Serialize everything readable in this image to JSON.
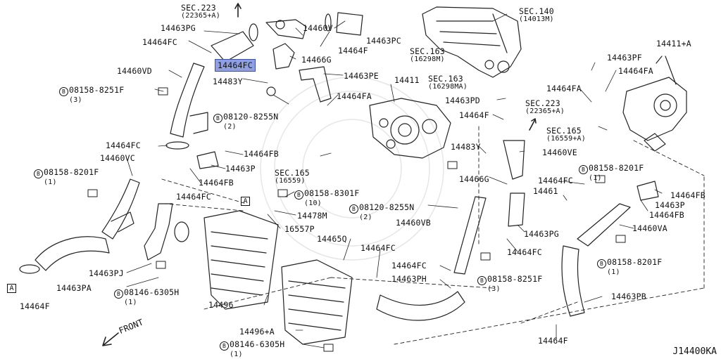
{
  "diagram": {
    "code": "J14400KA",
    "front_label": "FRONT",
    "ref_box": "A",
    "highlight_label": "14464FC",
    "labels": [
      {
        "id": "l01",
        "text": "SEC.223",
        "sub": "(22365+A)"
      },
      {
        "id": "l02",
        "text": "14463PG"
      },
      {
        "id": "l03",
        "text": "14464FC"
      },
      {
        "id": "l04",
        "text": "14460VD"
      },
      {
        "id": "l05",
        "text": "08158-8251F",
        "sub": "(3)",
        "bolt": true
      },
      {
        "id": "l06",
        "text": "14483Y"
      },
      {
        "id": "l07",
        "text": "14460V"
      },
      {
        "id": "l08",
        "text": "14464F"
      },
      {
        "id": "l09",
        "text": "14466G"
      },
      {
        "id": "l10",
        "text": "14463PC"
      },
      {
        "id": "l11",
        "text": "SEC.163",
        "sub": "(16298M)"
      },
      {
        "id": "l12",
        "text": "SEC.140",
        "sub": "(14013M)"
      },
      {
        "id": "l13",
        "text": "14463PE"
      },
      {
        "id": "l14",
        "text": "14411"
      },
      {
        "id": "l15",
        "text": "14464FA"
      },
      {
        "id": "l16",
        "text": "08120-8255N",
        "sub": "(2)",
        "bolt": true
      },
      {
        "id": "l17",
        "text": "SEC.163",
        "sub": "(16298MA)"
      },
      {
        "id": "l18",
        "text": "14463PD"
      },
      {
        "id": "l19",
        "text": "SEC.223",
        "sub": "(22365+A)"
      },
      {
        "id": "l20",
        "text": "14464F"
      },
      {
        "id": "l21",
        "text": "14411+A"
      },
      {
        "id": "l22",
        "text": "14463PF"
      },
      {
        "id": "l23",
        "text": "14464FA"
      },
      {
        "id": "l24",
        "text": "14464FA"
      },
      {
        "id": "l25",
        "text": "SEC.165",
        "sub": "(16559+A)"
      },
      {
        "id": "l26",
        "text": "14464FC"
      },
      {
        "id": "l27",
        "text": "14460VC"
      },
      {
        "id": "l28",
        "text": "14464FB"
      },
      {
        "id": "l29",
        "text": "14463P"
      },
      {
        "id": "l30",
        "text": "14464FB"
      },
      {
        "id": "l31",
        "text": "08158-8201F",
        "sub": "(1)",
        "bolt": true
      },
      {
        "id": "l32",
        "text": "SEC.165",
        "sub": "(16559)"
      },
      {
        "id": "l33",
        "text": "14483Y"
      },
      {
        "id": "l34",
        "text": "14460VE"
      },
      {
        "id": "l35",
        "text": "14466G"
      },
      {
        "id": "l36",
        "text": "08158-8201F",
        "sub": "(1)",
        "bolt": true
      },
      {
        "id": "l37",
        "text": "14464FC"
      },
      {
        "id": "l38",
        "text": "14461"
      },
      {
        "id": "l39",
        "text": "14464FB"
      },
      {
        "id": "l40",
        "text": "14463P"
      },
      {
        "id": "l41",
        "text": "14464FB"
      },
      {
        "id": "l42",
        "text": "08158-8301F",
        "sub": "(10)",
        "bolt": true
      },
      {
        "id": "l43",
        "text": "14464FC"
      },
      {
        "id": "l44",
        "text": "14478M"
      },
      {
        "id": "l45",
        "text": "08120-8255N",
        "sub": "(2)",
        "bolt": true
      },
      {
        "id": "l46",
        "text": "14460VB"
      },
      {
        "id": "l47",
        "text": "16557P"
      },
      {
        "id": "l48",
        "text": "14460VA"
      },
      {
        "id": "l49",
        "text": "14463PG"
      },
      {
        "id": "l50",
        "text": "14465Q"
      },
      {
        "id": "l51",
        "text": "14464FC"
      },
      {
        "id": "l52",
        "text": "14464FC"
      },
      {
        "id": "l53",
        "text": "08158-8201F",
        "sub": "(1)",
        "bolt": true
      },
      {
        "id": "l54",
        "text": "14463PJ"
      },
      {
        "id": "l55",
        "text": "14464FC"
      },
      {
        "id": "l56",
        "text": "14463PH"
      },
      {
        "id": "l57",
        "text": "08158-8251F",
        "sub": "(3)",
        "bolt": true
      },
      {
        "id": "l58",
        "text": "08146-6305H",
        "sub": "(1)",
        "bolt": true
      },
      {
        "id": "l59",
        "text": "14463PA"
      },
      {
        "id": "l60",
        "text": "14496"
      },
      {
        "id": "l61",
        "text": "14463PB"
      },
      {
        "id": "l62",
        "text": "14464F"
      },
      {
        "id": "l63",
        "text": "14496+A"
      },
      {
        "id": "l64",
        "text": "08146-6305H",
        "sub": "(1)",
        "bolt": true
      },
      {
        "id": "l65",
        "text": "14464F"
      }
    ]
  }
}
